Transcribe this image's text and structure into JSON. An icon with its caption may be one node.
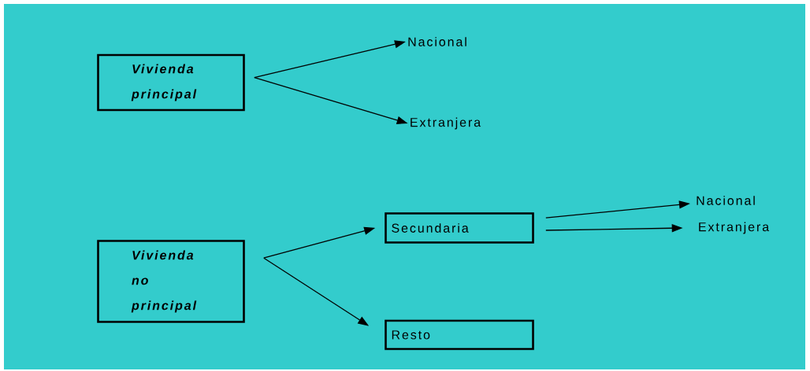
{
  "diagram": {
    "nodes": [
      {
        "text": [
          "Vivienda principal"
        ]
      },
      {
        "text": [
          "Nacional"
        ]
      },
      {
        "text": [
          "Extranjera"
        ]
      },
      {
        "text": [
          "Vivienda no principal"
        ]
      },
      {
        "text": [
          "Secundaria"
        ]
      },
      {
        "text": [
          "Resto"
        ]
      },
      {
        "text": [
          "Nacional"
        ]
      },
      {
        "text": [
          "Extranjera"
        ]
      }
    ],
    "edges": [
      {
        "from": 0,
        "to": 1,
        "arrow": "to"
      },
      {
        "from": 0,
        "to": 2,
        "arrow": "to"
      },
      {
        "from": 3,
        "to": 4,
        "arrow": "to"
      },
      {
        "from": 3,
        "to": 5,
        "arrow": "to"
      },
      {
        "from": 4,
        "to": 6,
        "arrow": "to"
      },
      {
        "from": 4,
        "to": 7,
        "arrow": "to"
      }
    ]
  }
}
